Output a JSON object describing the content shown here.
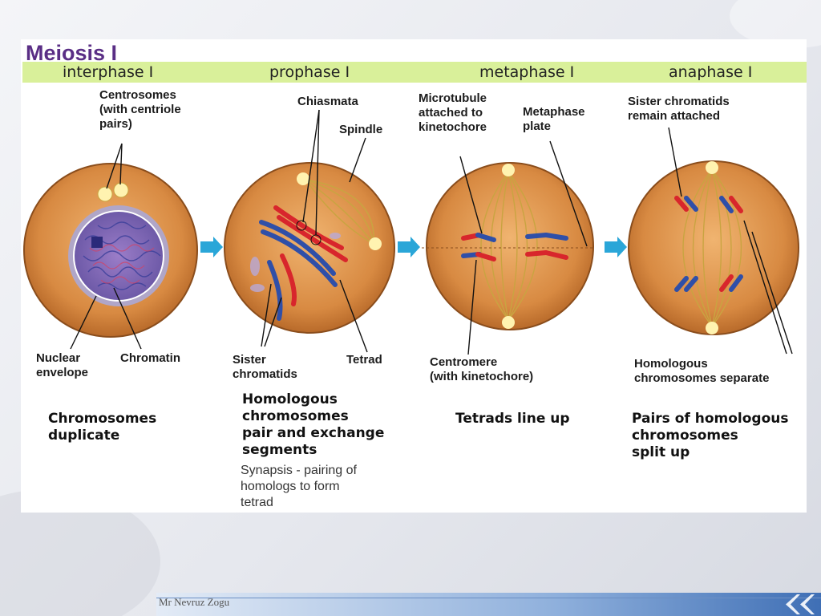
{
  "slide": {
    "title": "Meiosis I",
    "footer": "Mr Nevruz Zogu"
  },
  "phases": [
    {
      "name": "interphase I"
    },
    {
      "name": "prophase I"
    },
    {
      "name": "metaphase I"
    },
    {
      "name": "anaphase I"
    }
  ],
  "labels": {
    "centrosomes": "Centrosomes\n(with centriole\npairs)",
    "nuclear_envelope": "Nuclear\nenvelope",
    "chromatin": "Chromatin",
    "chiasmata": "Chiasmata",
    "spindle": "Spindle",
    "sister_chromatids": "Sister\nchromatids",
    "tetrad": "Tetrad",
    "microtubule": "Microtubule\nattached to\nkinetochore",
    "metaphase_plate": "Metaphase\nplate",
    "centromere": "Centromere\n(with kinetochore)",
    "sister_attached": "Sister chromatids\nremain attached",
    "homologous_separate": "Homologous\nchromosomes separate"
  },
  "captions": {
    "interphase": "Chromosomes\nduplicate",
    "prophase": "Homologous\nchromosomes\npair and exchange\nsegments",
    "prophase_note": "Synapsis - pairing of\nhomologs to form\ntetrad",
    "metaphase": "Tetrads line up",
    "anaphase": "Pairs of homologous\nchromosomes\nsplit up"
  },
  "colors": {
    "phase_bar": "#d9f09a",
    "title": "#5a2e85",
    "cell": "#d98f45",
    "chromosome_red": "#d8262c",
    "chromosome_blue": "#2f4fa8",
    "arrow": "#2aa6d8",
    "spindle": "#c9a441"
  },
  "icons": [
    "arrow-right-icon",
    "arrow-right-icon",
    "arrow-right-icon",
    "chevron-left-icon"
  ]
}
